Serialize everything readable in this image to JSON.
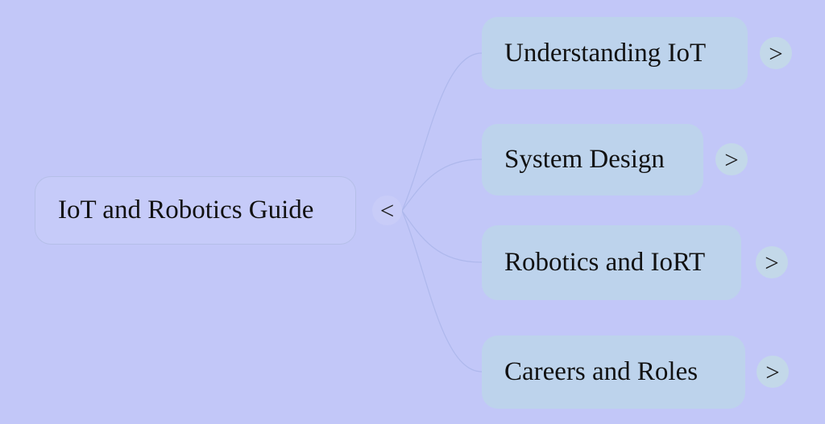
{
  "colors": {
    "background": "#c2c7f8",
    "child_node_fill": "#bdd3ec",
    "root_node_fill": "#c6cbf9",
    "root_node_border": "#b5bfe8",
    "toggle_fill": "#c3d8e9",
    "root_toggle_fill": "#c8ccf8",
    "connector": "#aeb8ec",
    "text": "#111111"
  },
  "root": {
    "label": "IoT and Robotics Guide",
    "collapse_toggle": "<"
  },
  "children": [
    {
      "label": "Understanding IoT",
      "expand_toggle": ">"
    },
    {
      "label": "System Design",
      "expand_toggle": ">"
    },
    {
      "label": "Robotics and IoRT",
      "expand_toggle": ">"
    },
    {
      "label": "Careers and Roles",
      "expand_toggle": ">"
    }
  ]
}
